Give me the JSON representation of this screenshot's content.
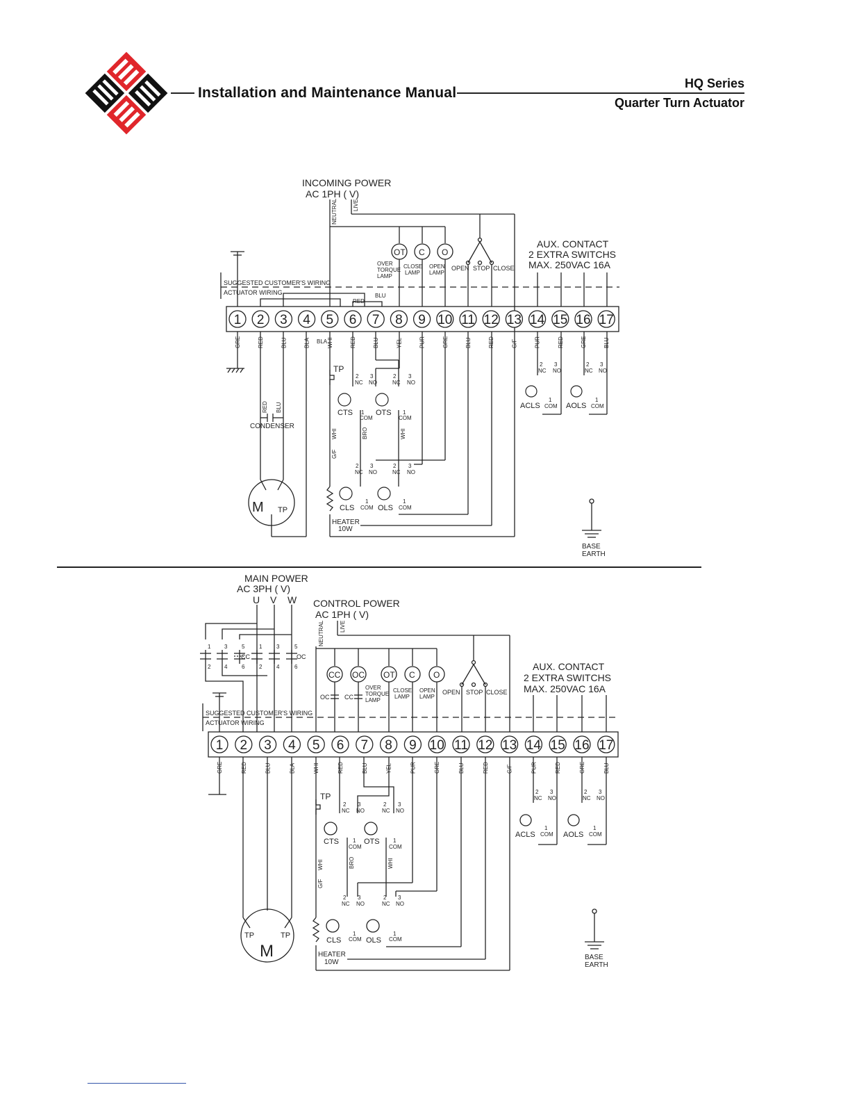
{
  "header": {
    "title": "Installation and Maintenance Manual",
    "series": "HQ Series",
    "subtitle": "Quarter Turn Actuator"
  },
  "colors": {
    "logo_red": "#e0262b",
    "logo_black": "#111111",
    "line": "#222222"
  },
  "labels": {
    "suggested": "SUGGESTED CUSTOMER'S WIRING",
    "actuator": "ACTUATOR WIRING",
    "over_torque": [
      "OVER",
      "TORQUE",
      "LAMP"
    ],
    "close_lamp": [
      "CLOSE",
      "LAMP"
    ],
    "open_lamp": [
      "OPEN",
      "LAMP"
    ],
    "open": "OPEN",
    "stop": "STOP",
    "close": "CLOSE",
    "tp": "TP",
    "cts": "CTS",
    "ots": "OTS",
    "cls": "CLS",
    "ols": "OLS",
    "acls": "ACLS",
    "aols": "AOLS",
    "nc": "NC",
    "no": "NO",
    "com": "COM",
    "n1": "1",
    "n2": "2",
    "n3": "3",
    "heater": "HEATER",
    "heater_w": "10W",
    "base": "BASE",
    "earth": "EARTH",
    "motor": "M",
    "neutral": "NEUTRAL",
    "live": "LIVE",
    "condenser": "CONDENSER",
    "lamp_ot": "OT",
    "lamp_c": "C",
    "lamp_o": "O",
    "lamp_cc": "CC",
    "lamp_oc": "OC",
    "bro": "BRO",
    "whi": "WHI",
    "gf": "G/F",
    "red": "RED",
    "blu": "BLU",
    "bla": "BLA"
  },
  "diagram1": {
    "incoming": "INCOMING  POWER",
    "ac": "AC  1PH  (       V)",
    "aux": [
      "AUX.  CONTACT",
      "2  EXTRA  SWITCHS",
      "MAX.  250VAC  16A"
    ]
  },
  "diagram2": {
    "main": "MAIN POWER",
    "ac3": "AC 3PH (   V)",
    "uvw": [
      "U",
      "V",
      "W"
    ],
    "control": "CONTROL POWER",
    "ac1": "AC 1PH (   V)",
    "aux": [
      "AUX. CONTACT",
      "2 EXTRA SWITCHS",
      "MAX. 250VAC 16A"
    ],
    "contactor_nums": [
      "1",
      "3",
      "5",
      "1",
      "3",
      "5",
      "2",
      "4",
      "6",
      "2",
      "4",
      "6"
    ],
    "cc": "CC",
    "oc": "OC"
  },
  "terminals": [
    "1",
    "2",
    "3",
    "4",
    "5",
    "6",
    "7",
    "8",
    "9",
    "10",
    "11",
    "12",
    "13",
    "14",
    "15",
    "16",
    "17"
  ],
  "wire_colors_1": [
    "GRE",
    "RED",
    "BLU",
    "BLA",
    "WHI",
    "RED",
    "BLU",
    "YEL",
    "PUR",
    "GRE",
    "BLU",
    "RED",
    "G/F",
    "PUR",
    "RED",
    "GRE",
    "BLU"
  ],
  "wire_colors_2": [
    "GRE",
    "RED",
    "BLU",
    "BLA",
    "WHI",
    "RED",
    "BLU",
    "YEL",
    "PUR",
    "GRE",
    "BLU",
    "RED",
    "G/F",
    "PUR",
    "RED",
    "GRE",
    "BLU"
  ]
}
